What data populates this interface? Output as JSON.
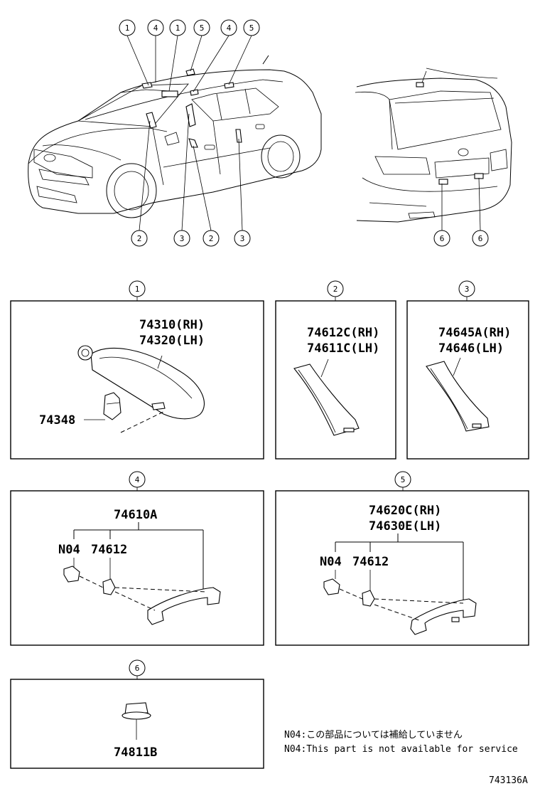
{
  "callouts": {
    "c1": "1",
    "c2": "2",
    "c3": "3",
    "c4": "4",
    "c5": "5",
    "c6": "6"
  },
  "panel1": {
    "label_a": "74310(RH)",
    "label_b": "74320(LH)",
    "label_c": "74348"
  },
  "panel2": {
    "label_a": "74612C(RH)",
    "label_b": "74611C(LH)"
  },
  "panel3": {
    "label_a": "74645A(RH)",
    "label_b": "74646(LH)"
  },
  "panel4": {
    "label_a": "74610A",
    "label_b": "N04",
    "label_c": "74612"
  },
  "panel5": {
    "label_a": "74620C(RH)",
    "label_b": "74630E(LH)",
    "label_c": "N04",
    "label_d": "74612"
  },
  "panel6": {
    "label_a": "74811B"
  },
  "notes": {
    "line_jp": "N04:この部品については補給していません",
    "line_en": "N04:This part is not available for service"
  },
  "figure_ref": "743136A"
}
